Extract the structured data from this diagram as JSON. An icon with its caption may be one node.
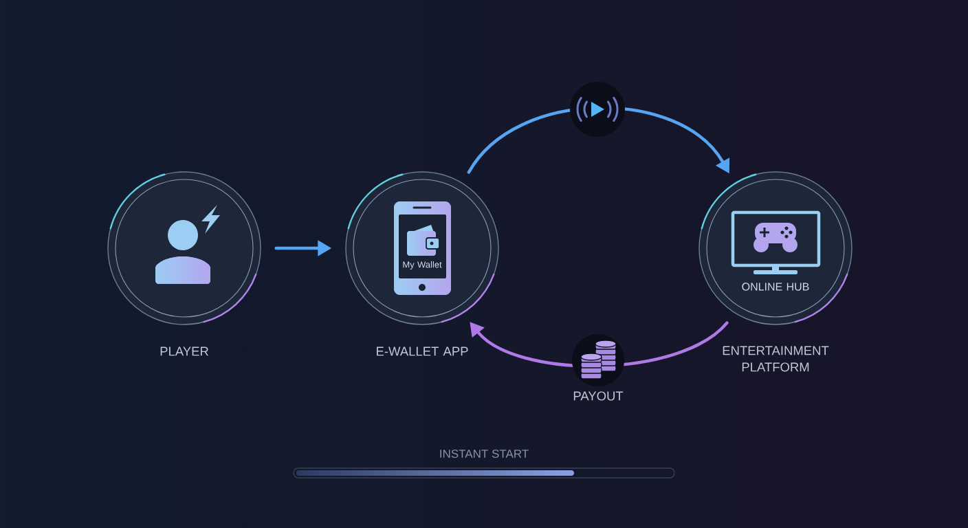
{
  "diagram": {
    "nodes": [
      {
        "text": [
          "PLAYER"
        ]
      },
      {
        "text": [
          "My Wallet",
          "E-WALLET APP"
        ]
      },
      {
        "text": [
          "ONLINE HUB",
          "ENTERTAINMENT PLATFORM"
        ]
      }
    ],
    "edges": [
      {
        "from": 0,
        "to": 1,
        "arrow": "to"
      },
      {
        "from": 1,
        "to": 2,
        "arrow": "to"
      },
      {
        "from": 2,
        "to": 1,
        "arrow": "to",
        "label": "PAYOUT",
        "color": "#b07ae6"
      }
    ],
    "labels": [
      "INSTANT START"
    ]
  }
}
